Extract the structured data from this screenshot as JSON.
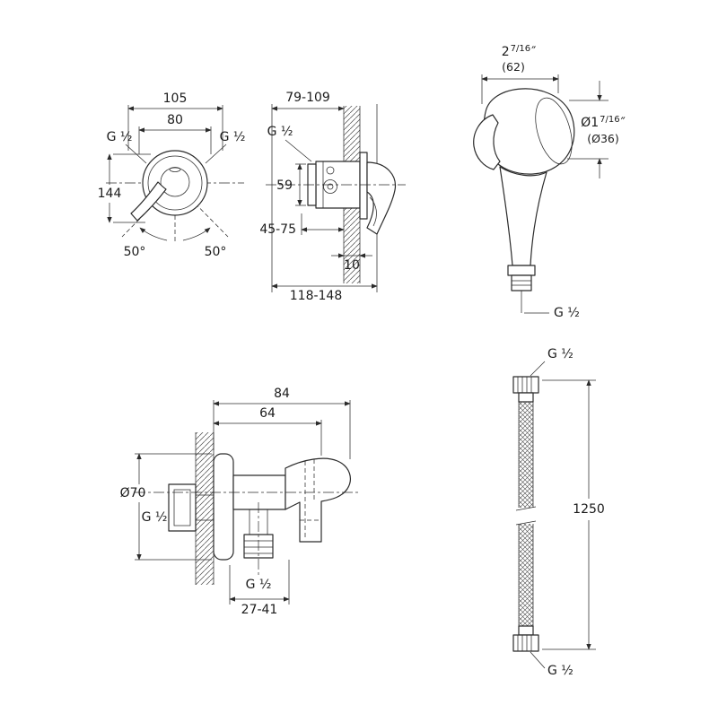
{
  "mixer_front": {
    "dim_width": "105",
    "dim_width_inner": "80",
    "thread_left": "G ½",
    "thread_right": "G ½",
    "dim_height": "144",
    "angle_left": "50°",
    "angle_right": "50°"
  },
  "mixer_side": {
    "dim_depth_range": "79-109",
    "thread": "G ½",
    "dim_height": "59",
    "dim_body_depth": "45-75",
    "dim_wall": "10",
    "dim_total_depth": "118-148"
  },
  "spray": {
    "width_whole": "2",
    "width_frac": "7/16",
    "width_unit": "″",
    "width_mm": "(62)",
    "dia_whole": "Ø1",
    "dia_frac": "7/16",
    "dia_unit": "″",
    "dia_mm": "(Ø36)",
    "thread": "G ½"
  },
  "holder": {
    "dim_width": "84",
    "dim_width_inner": "64",
    "dim_diameter": "Ø70",
    "thread_rear": "G ½",
    "thread_bottom": "G ½",
    "dim_offset": "27-41"
  },
  "hose": {
    "thread_top": "G ½",
    "dim_length": "1250",
    "thread_bottom": "G ½"
  }
}
